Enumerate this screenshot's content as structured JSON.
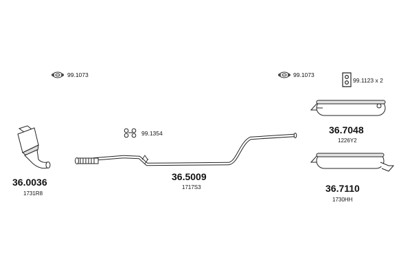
{
  "parts": [
    {
      "part_number": "36.0036",
      "code": "1731R8"
    },
    {
      "part_number": "36.5009",
      "code": "1717S3"
    },
    {
      "part_number": "36.7048",
      "code": "1226Y2"
    },
    {
      "part_number": "36.7110",
      "code": "1730HH"
    }
  ],
  "accessories": [
    {
      "ref": "99.1073"
    },
    {
      "ref": "99.1354"
    },
    {
      "ref": "99.1073"
    },
    {
      "ref": "99.1123 x 2"
    }
  ],
  "colors": {
    "line": "#222222",
    "fill": "#ffffff",
    "shade": "#9a9a9a"
  }
}
